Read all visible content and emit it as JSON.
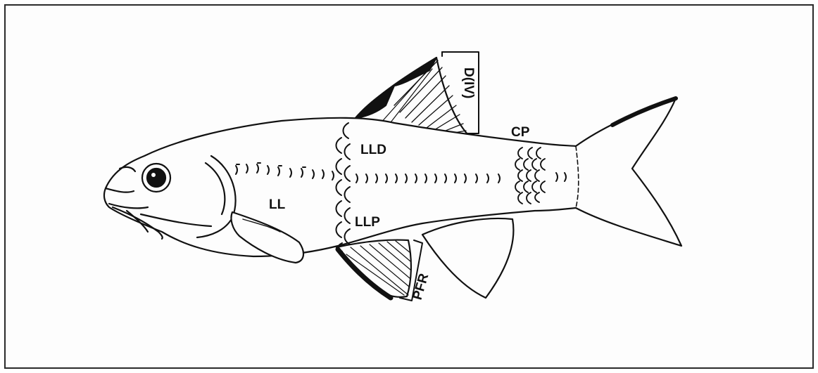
{
  "labels": {
    "dorsal": "D(IV)",
    "caudal_peduncle": "CP",
    "lateral_line_dorsal": "LLD",
    "lateral_line": "LL",
    "lateral_line_pelvic": "LLP",
    "pelvic_fin_rays": "PFR"
  },
  "colors": {
    "ink": "#111111",
    "paper": "#fdfdfd",
    "frame": "#2a2a2a"
  }
}
